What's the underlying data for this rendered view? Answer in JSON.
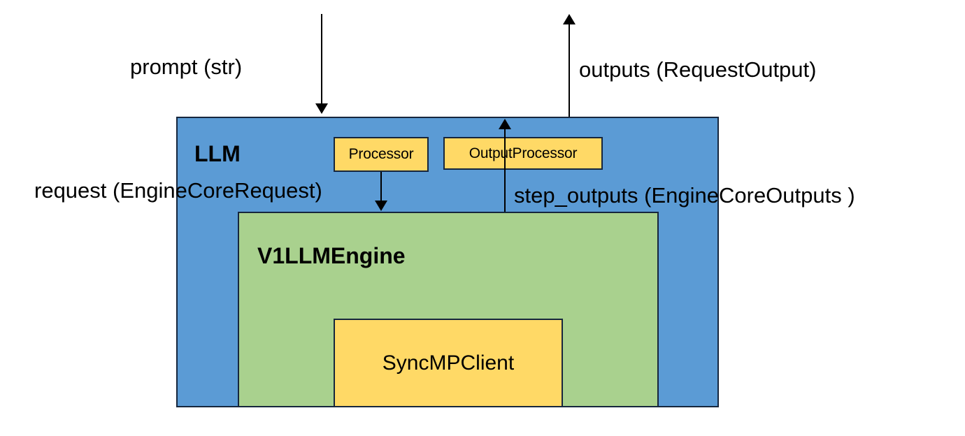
{
  "diagram": {
    "title": "vLLM V1 LLM architecture",
    "containers": {
      "llm": {
        "label": "LLM",
        "color": "#5b9bd5"
      },
      "engine": {
        "label": "V1LLMEngine",
        "color": "#a9d18e"
      }
    },
    "nodes": [
      {
        "id": "processor",
        "label": "Processor",
        "color": "#ffd966"
      },
      {
        "id": "output_processor",
        "label": "OutputProcessor",
        "color": "#ffd966"
      },
      {
        "id": "sync_mp_client",
        "label": "SyncMPClient",
        "color": "#ffd966"
      }
    ],
    "edges": [
      {
        "id": "prompt",
        "label": "prompt (str)",
        "direction": "down",
        "from": "external",
        "to": "processor"
      },
      {
        "id": "outputs",
        "label": "outputs (RequestOutput)",
        "direction": "up",
        "from": "output_processor",
        "to": "external"
      },
      {
        "id": "request",
        "label": "request (EngineCoreRequest)",
        "direction": "down",
        "from": "processor",
        "to": "engine"
      },
      {
        "id": "step_outputs",
        "label": "step_outputs (EngineCoreOutputs )",
        "direction": "up",
        "from": "engine",
        "to": "output_processor"
      }
    ],
    "stroke_color": "#16263d"
  }
}
